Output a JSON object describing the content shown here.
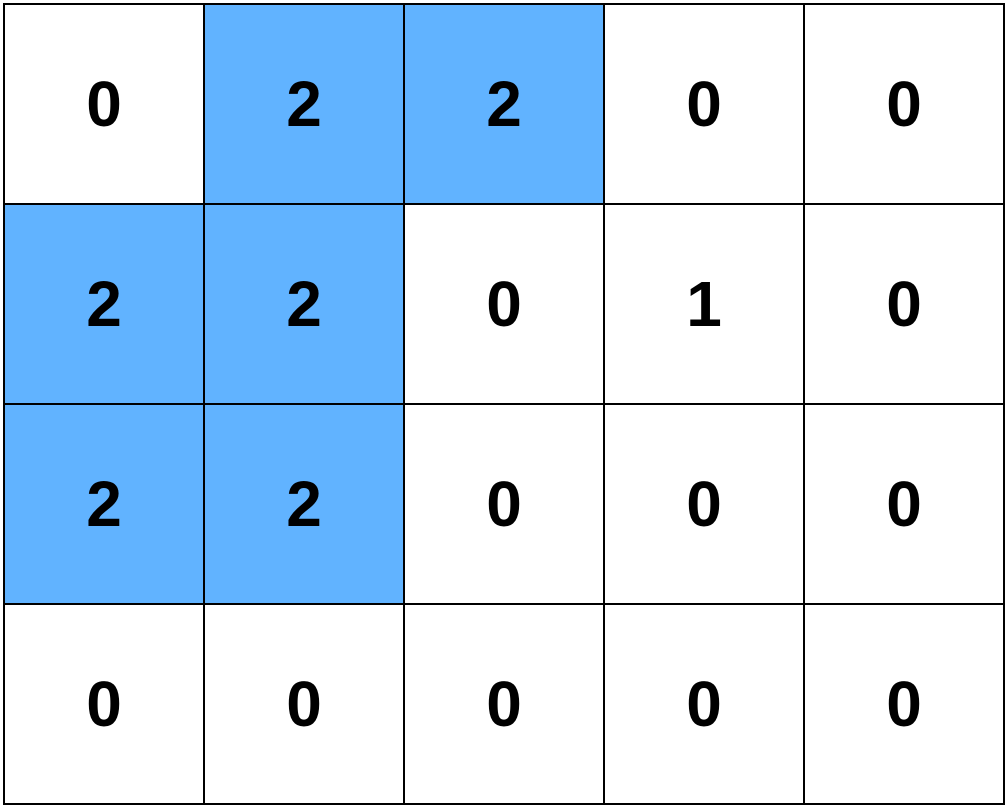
{
  "colors": {
    "highlight": "#61b3ff",
    "default": "#ffffff",
    "text": "#000000",
    "border": "#000000"
  },
  "grid": [
    [
      {
        "value": "0",
        "highlighted": false
      },
      {
        "value": "2",
        "highlighted": true
      },
      {
        "value": "2",
        "highlighted": true
      },
      {
        "value": "0",
        "highlighted": false
      },
      {
        "value": "0",
        "highlighted": false
      }
    ],
    [
      {
        "value": "2",
        "highlighted": true
      },
      {
        "value": "2",
        "highlighted": true
      },
      {
        "value": "0",
        "highlighted": false
      },
      {
        "value": "1",
        "highlighted": false
      },
      {
        "value": "0",
        "highlighted": false
      }
    ],
    [
      {
        "value": "2",
        "highlighted": true
      },
      {
        "value": "2",
        "highlighted": true
      },
      {
        "value": "0",
        "highlighted": false
      },
      {
        "value": "0",
        "highlighted": false
      },
      {
        "value": "0",
        "highlighted": false
      }
    ],
    [
      {
        "value": "0",
        "highlighted": false
      },
      {
        "value": "0",
        "highlighted": false
      },
      {
        "value": "0",
        "highlighted": false
      },
      {
        "value": "0",
        "highlighted": false
      },
      {
        "value": "0",
        "highlighted": false
      }
    ]
  ]
}
